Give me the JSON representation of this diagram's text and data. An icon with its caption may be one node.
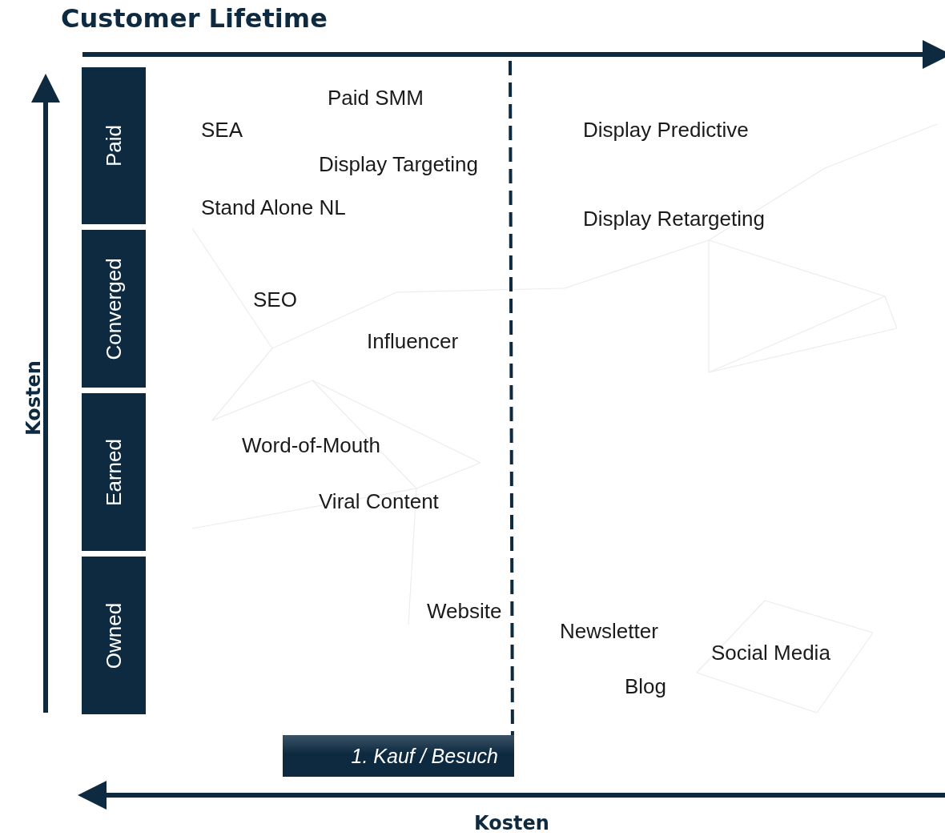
{
  "diagram": {
    "title": "Customer Lifetime",
    "nodes": [
      {
        "text": [
          "Paid"
        ]
      },
      {
        "text": [
          "Converged"
        ]
      },
      {
        "text": [
          "Earned"
        ]
      },
      {
        "text": [
          "Owned"
        ]
      },
      {
        "text": [
          "1. Kauf / Besuch"
        ]
      }
    ],
    "labels": [
      "Kosten",
      "Paid SMM",
      "SEA",
      "Display Predictive",
      "Display Targeting",
      "Stand Alone NL",
      "Display Retargeting",
      "SEO",
      "Influencer",
      "Word-of-Mouth",
      "Viral Content",
      "Website",
      "Newsletter",
      "Social Media",
      "Blog",
      "Kosten"
    ]
  }
}
